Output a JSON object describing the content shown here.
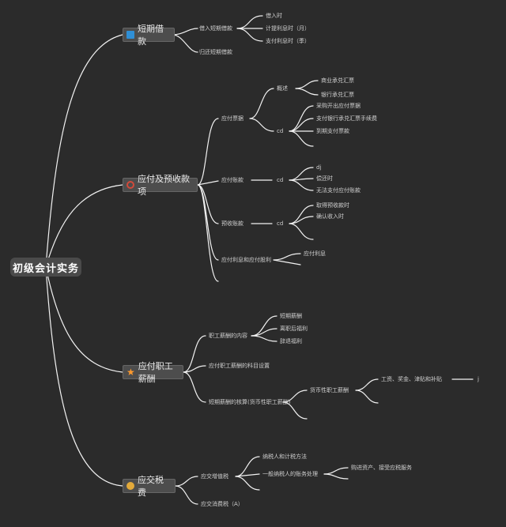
{
  "root": "初级会计实务",
  "topics": {
    "short_loan": "短期借款",
    "payables": "应付及预收款项",
    "salary": "应付职工薪酬",
    "tax": "应交税费"
  },
  "icons": {
    "short_loan": "blue-square-icon",
    "payables": "red-circle-icon",
    "salary": "orange-star-icon",
    "tax": "gold-medal-icon"
  },
  "colors": {
    "background": "#2b2b2b",
    "line": "#f2f2f2",
    "text": "#cfcfcf"
  },
  "nodes": {
    "borrow_short_loan": "借入短期借款",
    "borrow_principal": "借入时",
    "accrue_interest": "计提利息时（月）",
    "pay_interest": "支付利息时（季）",
    "repay_short_loan": "归还短期借款",
    "notes_payable": "应付票据",
    "notes_overview": "概述",
    "commercial_acceptance": "商业承兑汇票",
    "bank_acceptance": "银行承兑汇票",
    "np_accounting": "cd",
    "np_issue": "采购开出应付票据",
    "np_bank_fee": "支付银行承兑汇票手续费",
    "np_maturity": "到期支付票款",
    "accounts_payable": "应付账款",
    "ap_accounting": "cd",
    "ap_item1": "dj",
    "ap_item2": "偿还时",
    "ap_item3": "无法支付应付账款",
    "advance_receipts": "预收账款",
    "ar_accounting": "cd",
    "ar_item1": "取得预收款时",
    "ar_item2": "确认收入时",
    "interest_dividend_payable": "应付利息和应付股利",
    "dividend_item": "应付利息",
    "salary_content": "职工薪酬的内容",
    "short_term_pay": "短期薪酬",
    "post_employment": "离职后福利",
    "termination": "辞退福利",
    "salary_accounts": "应付职工薪酬的科目设置",
    "short_term_accounting": "短期薪酬的核算(货币性职工薪酬)",
    "monetary_salary": "货币性职工薪酬",
    "salary_items": "工资、奖金、津贴和补贴",
    "salary_tail": "j",
    "vat": "应交增值税",
    "vat_taxpayer": "纳税人和计税方法",
    "general_taxpayer": "一般纳税人的账务处理",
    "purchase_items": "购进资产、接受应税服务",
    "consumption_tax": "应交消费税（A）"
  }
}
